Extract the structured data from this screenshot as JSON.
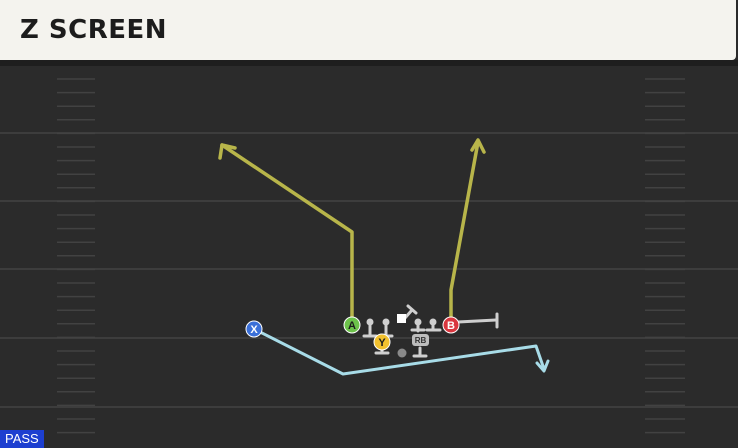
{
  "play": {
    "title": "Z SCREEN",
    "type_badge": "PASS"
  },
  "players": {
    "x": {
      "label": "X",
      "color": "#3a6fd8"
    },
    "a": {
      "label": "A",
      "color": "#6cc24a"
    },
    "y": {
      "label": "Y",
      "color": "#f2c12e"
    },
    "b": {
      "label": "B",
      "color": "#d9363e"
    },
    "rb": {
      "label": "RB"
    }
  },
  "route_colors": {
    "vertical": "#b8b54a",
    "screen": "#a8dce8",
    "blocking": "#cfcfcf"
  }
}
